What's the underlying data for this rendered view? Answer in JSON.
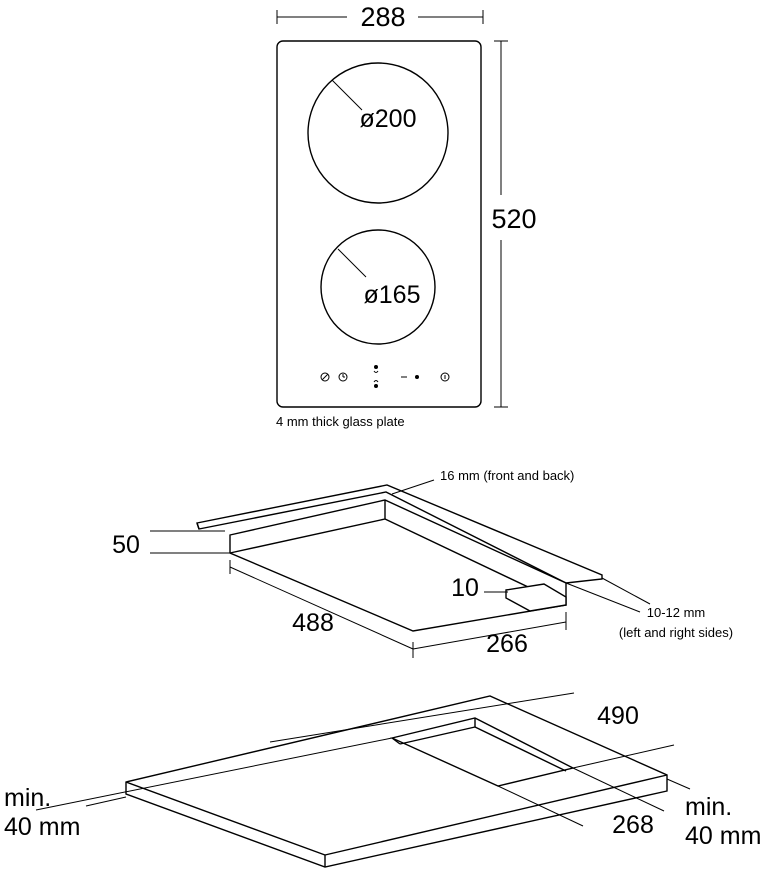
{
  "top_view": {
    "width_label": "288",
    "height_label": "520",
    "burner_large_label": "ø200",
    "burner_small_label": "ø165",
    "glass_note": "4 mm thick glass plate",
    "control_icons": [
      "power-icon",
      "timer-icon",
      "boost-icon",
      "minus-icon",
      "plus-icon",
      "lock-icon"
    ]
  },
  "side_view": {
    "height_label": "50",
    "front_back_note": "16 mm (front and back)",
    "depth_label": "488",
    "width_label": "266",
    "lip_label": "10",
    "sides_note_line1": "10-12 mm",
    "sides_note_line2": "(left and right sides)"
  },
  "cutout_view": {
    "depth_label": "490",
    "width_label": "268",
    "min_front_line1": "min.",
    "min_front_line2": "40 mm",
    "min_side_line1": "min.",
    "min_side_line2": "40 mm"
  }
}
